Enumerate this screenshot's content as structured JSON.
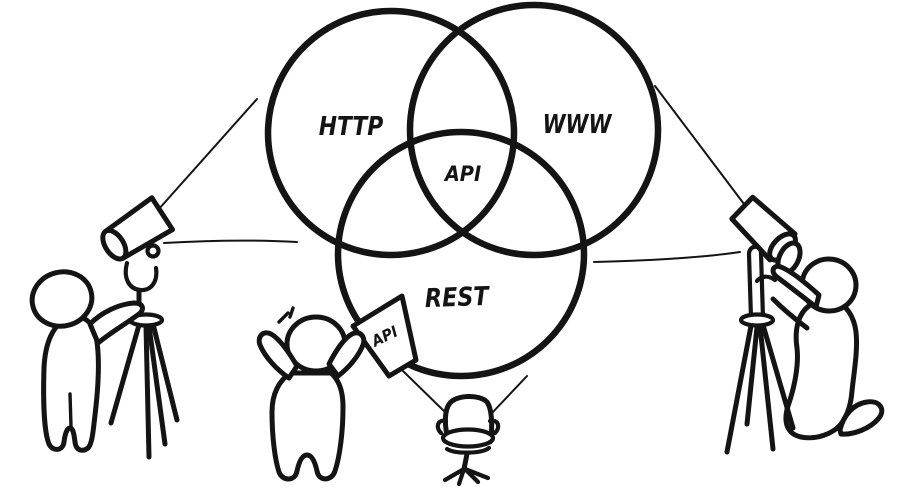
{
  "scene": {
    "kind": "hand-drawn-comic-venn-diagram",
    "background_color": "#ffffff",
    "ink_color": "#141414"
  },
  "venn": {
    "circles": [
      {
        "id": "http",
        "label": "HTTP"
      },
      {
        "id": "www",
        "label": "WWW"
      },
      {
        "id": "rest",
        "label": "REST"
      }
    ],
    "center_label": "API"
  },
  "paper_sign": {
    "label": "API"
  },
  "icons": [
    "spotlight-icon",
    "tripod-icon",
    "person-figure",
    "office-chair-icon",
    "paper-sign",
    "excitement-marks",
    "beam-line"
  ]
}
